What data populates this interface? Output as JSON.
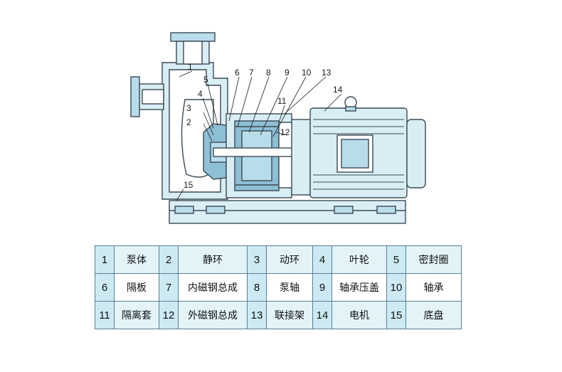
{
  "diagram": {
    "callouts": [
      "1",
      "2",
      "3",
      "4",
      "5",
      "6",
      "7",
      "8",
      "9",
      "10",
      "11",
      "12",
      "13",
      "14",
      "15"
    ]
  },
  "legend": {
    "rows": [
      [
        {
          "num": "1",
          "name": "泵体"
        },
        {
          "num": "2",
          "name": "静环"
        },
        {
          "num": "3",
          "name": "动环"
        },
        {
          "num": "4",
          "name": "叶轮"
        },
        {
          "num": "5",
          "name": "密封圈"
        }
      ],
      [
        {
          "num": "6",
          "name": "隔板"
        },
        {
          "num": "7",
          "name": "内磁钢总成"
        },
        {
          "num": "8",
          "name": "泵轴"
        },
        {
          "num": "9",
          "name": "轴承压盖"
        },
        {
          "num": "10",
          "name": "轴承"
        }
      ],
      [
        {
          "num": "11",
          "name": "隔离套"
        },
        {
          "num": "12",
          "name": "外磁钢总成"
        },
        {
          "num": "13",
          "name": "联接架"
        },
        {
          "num": "14",
          "name": "电机"
        },
        {
          "num": "15",
          "name": "底盘"
        }
      ]
    ]
  },
  "colors": {
    "line": "#3b4a55",
    "fill": "#b9dcea",
    "fill_dark": "#8dbfd5",
    "cell": "#cdeaf3"
  }
}
